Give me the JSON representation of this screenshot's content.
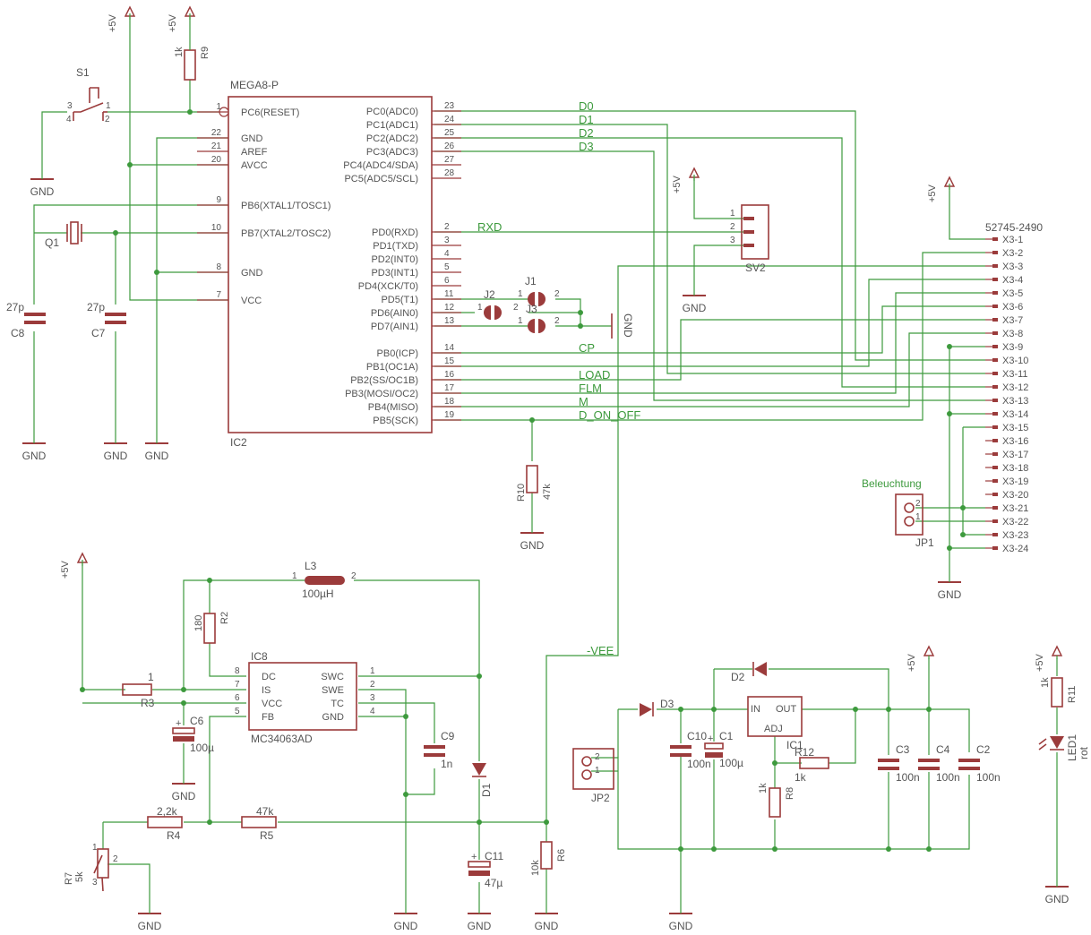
{
  "ic_mcu": {
    "part": "MEGA8-P",
    "ref": "IC2",
    "left_pins": [
      {
        "num": "1",
        "name": "PC6(RESET)"
      },
      {
        "num": "22",
        "name": "GND"
      },
      {
        "num": "21",
        "name": "AREF"
      },
      {
        "num": "20",
        "name": "AVCC"
      },
      {
        "num": "9",
        "name": "PB6(XTAL1/TOSC1)"
      },
      {
        "num": "10",
        "name": "PB7(XTAL2/TOSC2)"
      },
      {
        "num": "8",
        "name": "GND"
      },
      {
        "num": "7",
        "name": "VCC"
      }
    ],
    "right_pins": [
      {
        "num": "23",
        "name": "PC0(ADC0)"
      },
      {
        "num": "24",
        "name": "PC1(ADC1)"
      },
      {
        "num": "25",
        "name": "PC2(ADC2)"
      },
      {
        "num": "26",
        "name": "PC3(ADC3)"
      },
      {
        "num": "27",
        "name": "PC4(ADC4/SDA)"
      },
      {
        "num": "28",
        "name": "PC5(ADC5/SCL)"
      },
      {
        "num": "2",
        "name": "PD0(RXD)"
      },
      {
        "num": "3",
        "name": "PD1(TXD)"
      },
      {
        "num": "4",
        "name": "PD2(INT0)"
      },
      {
        "num": "5",
        "name": "PD3(INT1)"
      },
      {
        "num": "6",
        "name": "PD4(XCK/T0)"
      },
      {
        "num": "11",
        "name": "PD5(T1)"
      },
      {
        "num": "12",
        "name": "PD6(AIN0)"
      },
      {
        "num": "13",
        "name": "PD7(AIN1)"
      },
      {
        "num": "14",
        "name": "PB0(ICP)"
      },
      {
        "num": "15",
        "name": "PB1(OC1A)"
      },
      {
        "num": "16",
        "name": "PB2(SS/OC1B)"
      },
      {
        "num": "17",
        "name": "PB3(MOSI/OC2)"
      },
      {
        "num": "18",
        "name": "PB4(MISO)"
      },
      {
        "num": "19",
        "name": "PB5(SCK)"
      }
    ]
  },
  "nets": {
    "d0": "D0",
    "d1": "D1",
    "d2": "D2",
    "d3": "D3",
    "rxd": "RXD",
    "cp": "CP",
    "load": "LOAD",
    "flm": "FLM",
    "m": "M",
    "d_on_off": "D_ON_OFF",
    "vee": "-VEE"
  },
  "supplies": {
    "vcc": "+5V",
    "gnd": "GND"
  },
  "connector": {
    "part": "52745-2490",
    "pins": [
      "X3-1",
      "X3-2",
      "X3-3",
      "X3-4",
      "X3-5",
      "X3-6",
      "X3-7",
      "X3-8",
      "X3-9",
      "X3-10",
      "X3-11",
      "X3-12",
      "X3-13",
      "X3-14",
      "X3-15",
      "X3-16",
      "X3-17",
      "X3-18",
      "X3-19",
      "X3-20",
      "X3-21",
      "X3-22",
      "X3-23",
      "X3-24"
    ]
  },
  "beleuchtung": {
    "label": "Beleuchtung",
    "ref": "JP1"
  },
  "sv2": {
    "ref": "SV2"
  },
  "jp2": {
    "ref": "JP2"
  },
  "jumpers": {
    "j1": "J1",
    "j2": "J2",
    "j3": "J3"
  },
  "components": {
    "s1": "S1",
    "q1": "Q1",
    "c8_val": "27p",
    "c8": "C8",
    "c7_val": "27p",
    "c7": "C7",
    "r9": "R9",
    "r9_val": "1k",
    "r10": "R10",
    "r10_val": "47k",
    "l3": "L3",
    "l3_val": "100µH",
    "r2": "R2",
    "r2_val": "180",
    "ic8_part": "MC34063AD",
    "ic8": "IC8",
    "ic8_left": [
      {
        "num": "8",
        "name": "DC"
      },
      {
        "num": "7",
        "name": "IS"
      },
      {
        "num": "6",
        "name": "VCC"
      },
      {
        "num": "5",
        "name": "FB"
      }
    ],
    "ic8_right": [
      {
        "num": "1",
        "name": "SWC"
      },
      {
        "num": "2",
        "name": "SWE"
      },
      {
        "num": "3",
        "name": "TC"
      },
      {
        "num": "4",
        "name": "GND"
      }
    ],
    "r3": "R3",
    "r3_val": "1",
    "c6": "C6",
    "c6_val": "100µ",
    "c9": "C9",
    "c9_val": "1n",
    "d1": "D1",
    "r4": "R4",
    "r4_val": "2,2k",
    "r5": "R5",
    "r5_val": "47k",
    "r7": "R7",
    "r7_val": "5k",
    "c11": "C11",
    "c11_val": "47µ",
    "r6": "R6",
    "r6_val": "10k",
    "d2": "D2",
    "d3": "D3",
    "ic1": "IC1",
    "ic1_in": "IN",
    "ic1_out": "OUT",
    "ic1_adj": "ADJ",
    "c10": "C10",
    "c10_val": "100n",
    "c1": "C1",
    "c1_val": "100µ",
    "r12": "R12",
    "r12_val": "1k",
    "r8": "R8",
    "r8_val": "1k",
    "c3": "C3",
    "c3_val": "100n",
    "c4": "C4",
    "c4_val": "100n",
    "c2": "C2",
    "c2_val": "100n",
    "r11": "R11",
    "r11_val": "1k",
    "led1": "LED1",
    "led1_val": "rot"
  },
  "pin_nums": {
    "p1": "1",
    "p2": "2",
    "p3": "3",
    "p4": "4"
  }
}
